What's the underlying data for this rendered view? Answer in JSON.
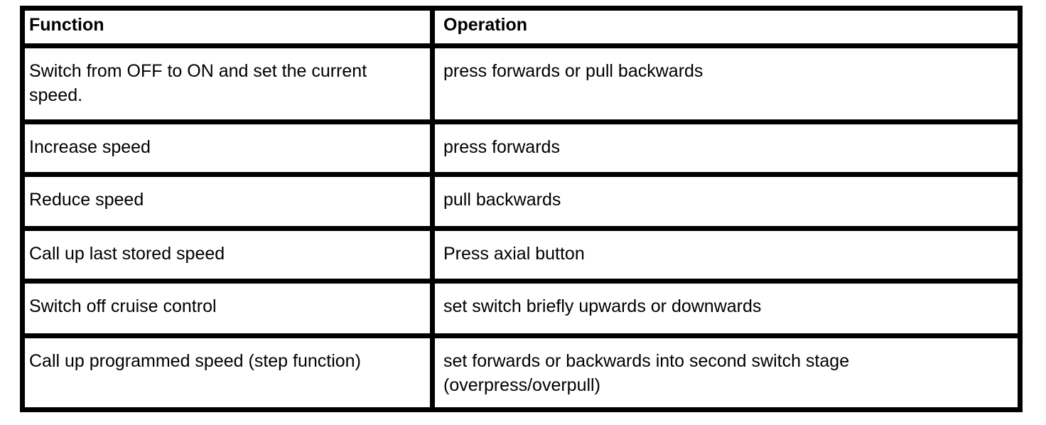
{
  "page": {
    "background_color": "#ffffff",
    "text_color": "#000000",
    "border_color": "#000000"
  },
  "table": {
    "columns": [
      {
        "label": "Function"
      },
      {
        "label": "Operation"
      }
    ],
    "rows": [
      {
        "function": "Switch from OFF to ON and set the current\nspeed.",
        "operation": "press forwards or pull backwards"
      },
      {
        "function": "Increase speed",
        "operation": "press forwards"
      },
      {
        "function": "Reduce speed",
        "operation": "pull backwards"
      },
      {
        "function": "Call up last stored speed",
        "operation": "Press axial button"
      },
      {
        "function": "Switch off cruise control",
        "operation": "set switch briefly upwards or downwards"
      },
      {
        "function": "Call up programmed speed (step function)",
        "operation": "set forwards or backwards into second switch stage\n(overpress/overpull)"
      }
    ]
  }
}
